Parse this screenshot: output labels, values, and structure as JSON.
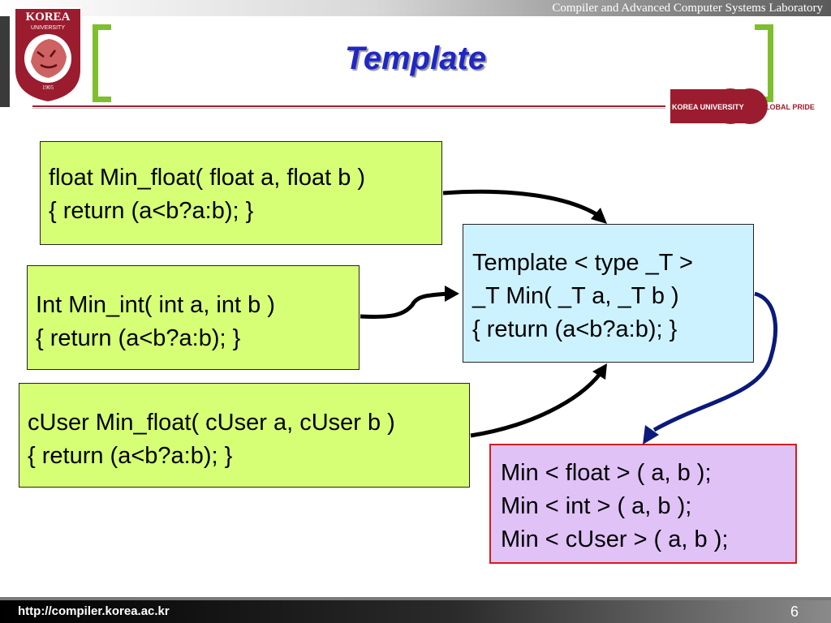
{
  "header": {
    "lab_name": "Compiler and Advanced Computer Systems Laboratory",
    "logo_text_top": "KOREA",
    "logo_text_sub": "UNIVERSITY",
    "logo_year": "1905",
    "centennial_left": "KOREA UNIVERSITY",
    "centennial_right": "GLOBAL PRIDE"
  },
  "title": "Template",
  "boxes": {
    "float_fn": {
      "line1": "float Min_float( float a, float b )",
      "line2": "{ return (a<b?a:b); }"
    },
    "int_fn": {
      "line1": "Int Min_int( int a, int b )",
      "line2": "{ return (a<b?a:b); }"
    },
    "cuser_fn": {
      "line1": "cUser Min_float( cUser a, cUser b )",
      "line2": "{ return (a<b?a:b); }"
    },
    "template_fn": {
      "line1": "Template < type _T >",
      "line2": "_T Min( _T a, _T b )",
      "line3": "{ return (a<b?a:b); }"
    },
    "usage": {
      "line1": "Min < float > ( a, b );",
      "line2": "Min < int > ( a, b );",
      "line3": "Min < cUser > ( a, b );"
    }
  },
  "footer": {
    "url": "http://compiler.korea.ac.kr",
    "page": "6"
  },
  "colors": {
    "title": "#1f27c4",
    "bracket": "#7fbf2f",
    "green_box": "#d6ff76",
    "template_box": "#cdf2ff",
    "usage_box": "#e0c2f7",
    "usage_border": "#d21e1e",
    "arrow_dark": "#000000",
    "arrow_blue": "#0a1a7a",
    "brand": "#9b1c2e"
  }
}
